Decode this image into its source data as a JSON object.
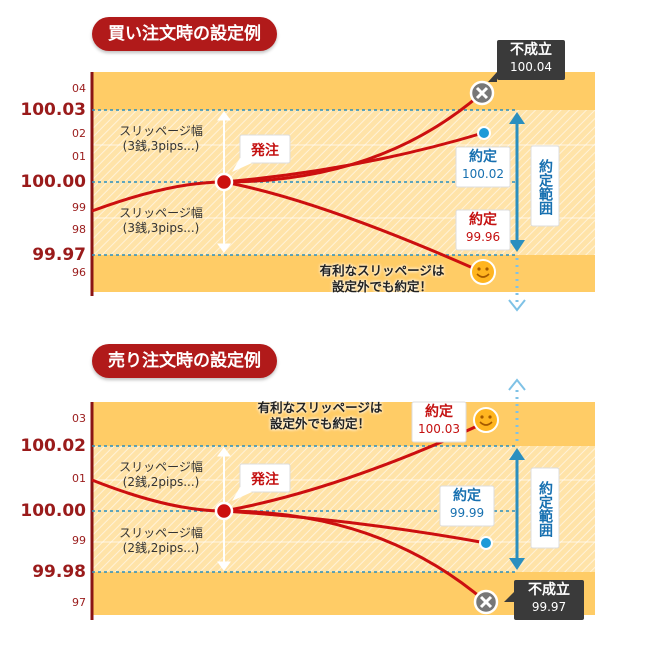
{
  "buy": {
    "title": "買い注文時の設定例",
    "ticks": [
      "04",
      "100.03",
      "02",
      "01",
      "100.00",
      "99",
      "98",
      "99.97",
      "96"
    ],
    "slip_upper": [
      "スリッページ幅",
      "(3銭,3pips...)"
    ],
    "slip_lower": [
      "スリッページ幅",
      "(3銭,3pips...)"
    ],
    "order_label": "発注",
    "reject": {
      "title": "不成立",
      "value": "100.04"
    },
    "fill_high": {
      "title": "約定",
      "value": "100.02"
    },
    "fill_low": {
      "title": "約定",
      "value": "99.96"
    },
    "range_label": "約定範囲",
    "note": [
      "有利なスリッページは",
      "設定外でも約定！"
    ]
  },
  "sell": {
    "title": "売り注文時の設定例",
    "ticks": [
      "03",
      "100.02",
      "01",
      "100.00",
      "99",
      "99.98",
      "97"
    ],
    "slip_upper": [
      "スリッページ幅",
      "(2銭,2pips...)"
    ],
    "slip_lower": [
      "スリッページ幅",
      "(2銭,2pips...)"
    ],
    "order_label": "発注",
    "reject": {
      "title": "不成立",
      "value": "99.97"
    },
    "fill_high": {
      "title": "約定",
      "value": "100.03"
    },
    "fill_low": {
      "title": "約定",
      "value": "99.99"
    },
    "range_label": "約定範囲",
    "note": [
      "有利なスリッページは",
      "設定外でも約定！"
    ]
  },
  "colors": {
    "band": "#ffcc66",
    "band_light": "#ffe2a6",
    "line": "#cc0f0f",
    "axis": "#8b1414",
    "blue": "#1d8fd0",
    "title_bg": "#b11a1a"
  }
}
